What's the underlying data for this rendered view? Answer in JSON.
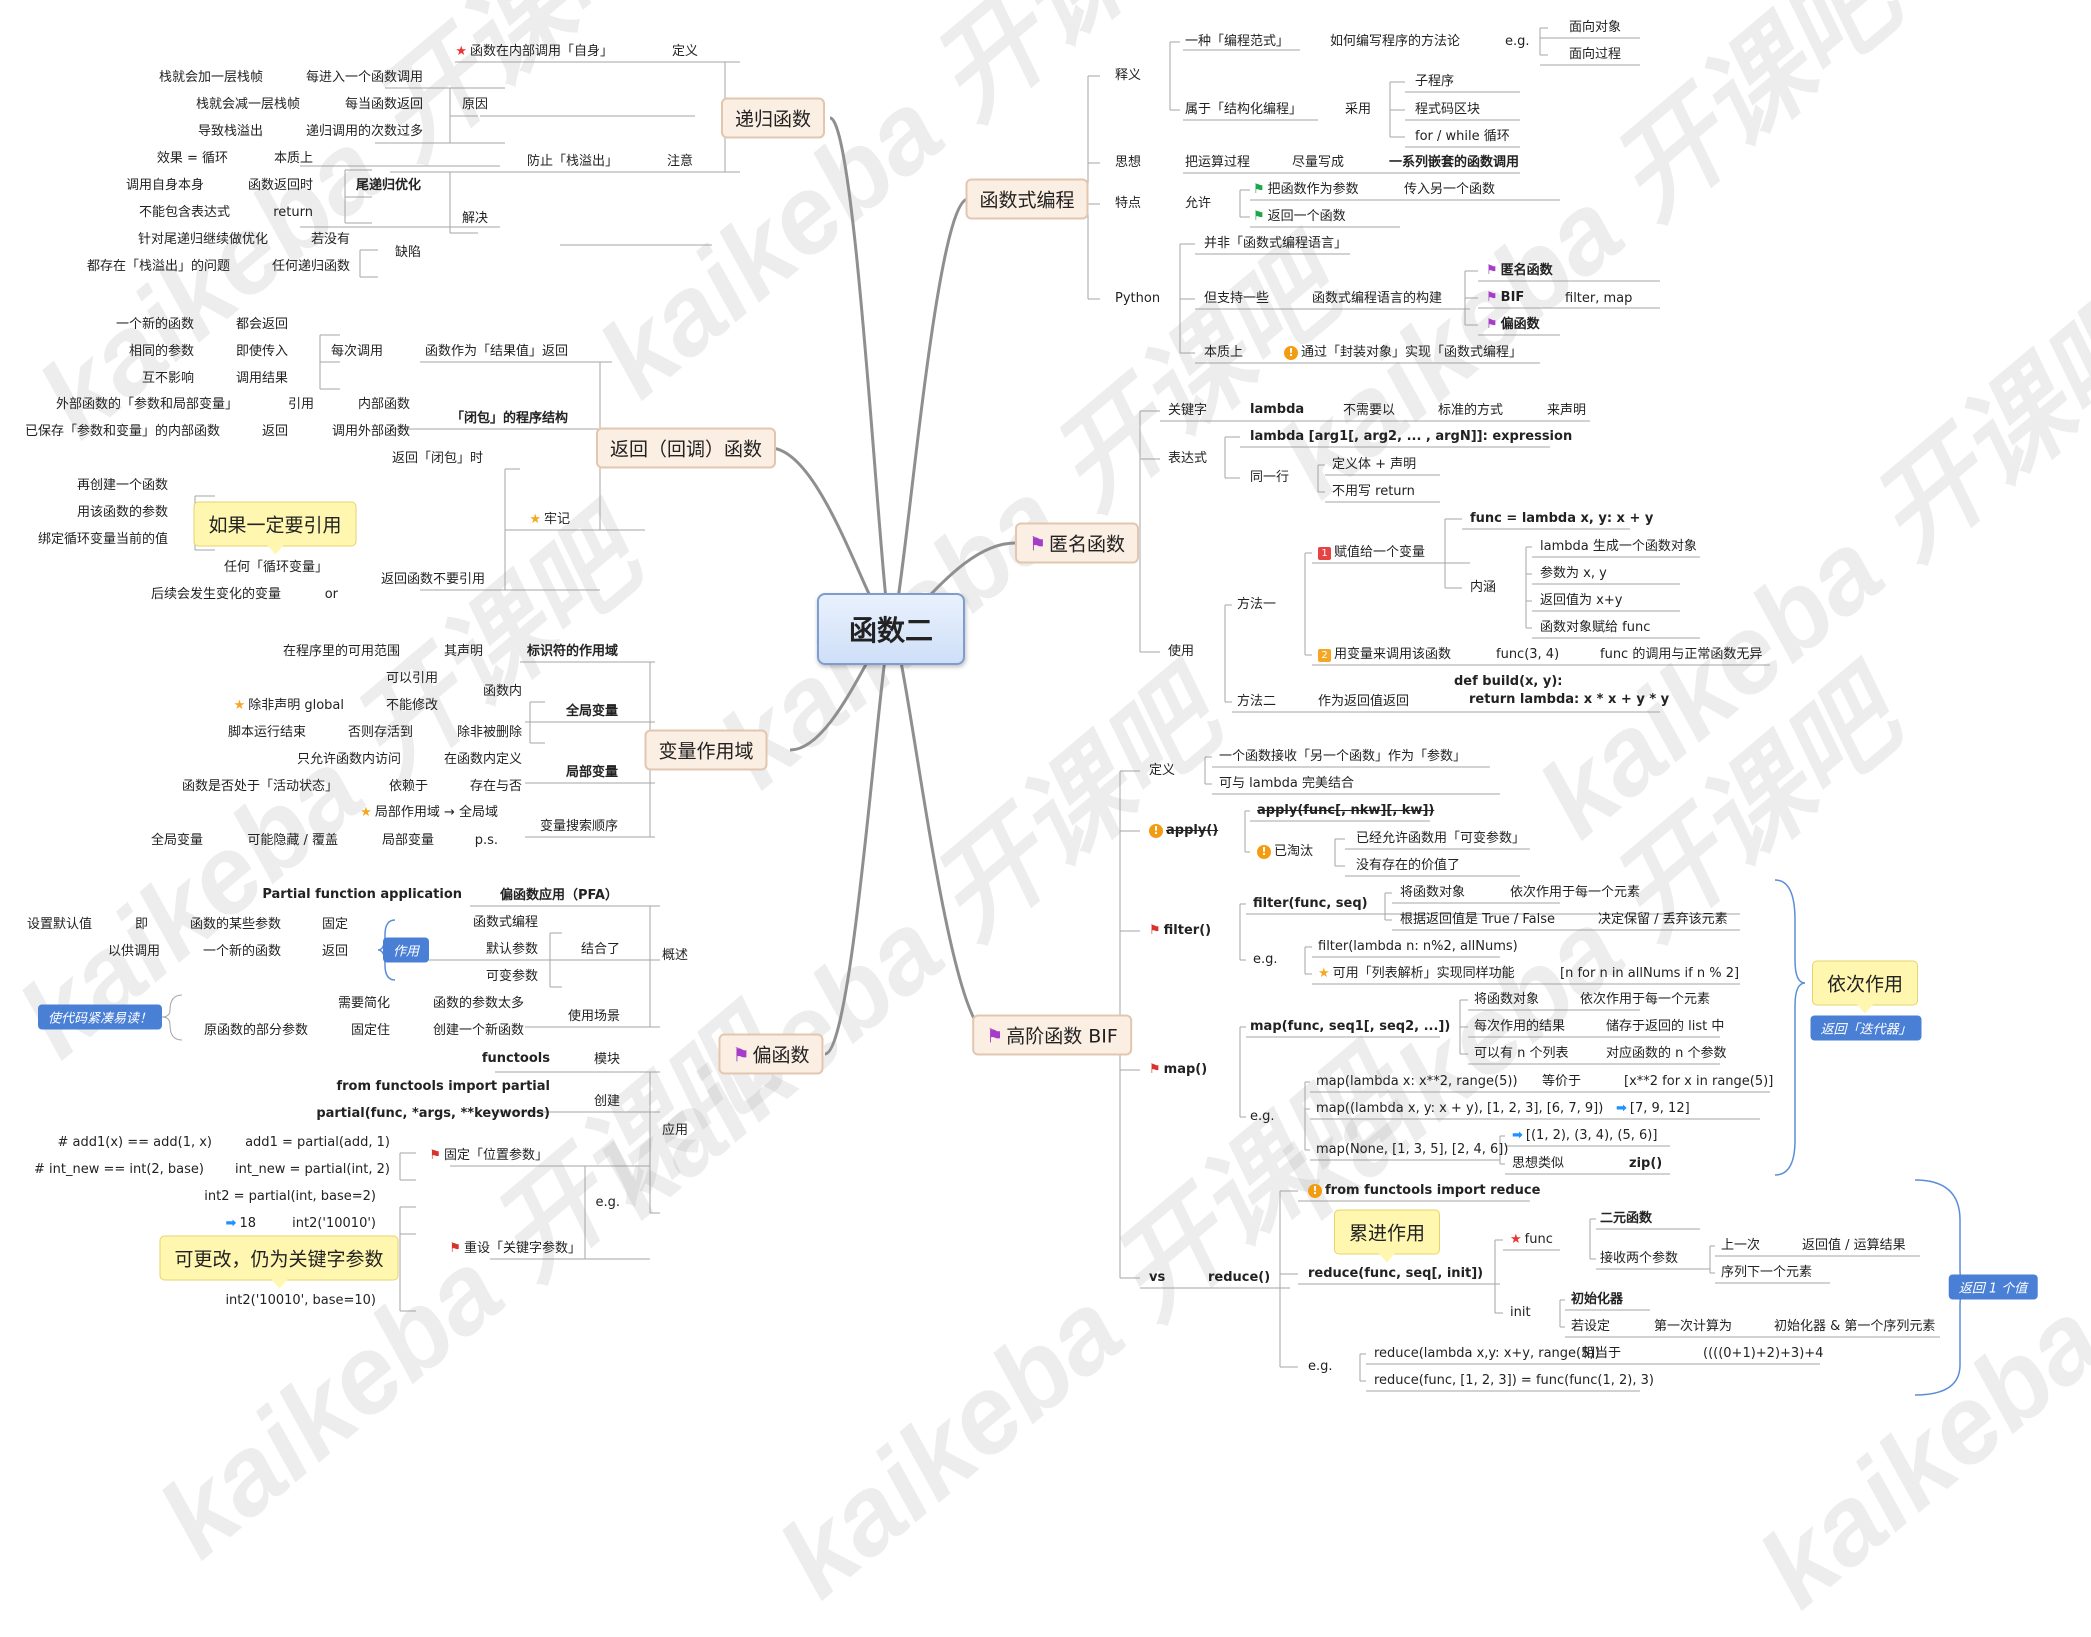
{
  "root": "函数二",
  "colors": {
    "branch_bg": "#fbeee3",
    "root_bg": "#d6e4fa",
    "callout_bg": "#fff7b0",
    "tag_bg": "#4a7fd6",
    "line": "#999999"
  },
  "watermark": "kaikeba 开课吧",
  "branches": {
    "recursion": "递归函数",
    "closure": "返回（回调）函数",
    "scope": "变量作用域",
    "partial": "偏函数",
    "functional": "函数式编程",
    "lambda": "匿名函数",
    "hof": "高阶函数 BIF"
  },
  "recursion": {
    "def": "定义",
    "def_v": "函数在内部调用「自身」",
    "yuanyin": "原因",
    "r1a": "栈就会加一层栈帧",
    "r1b": "每进入一个函数调用",
    "r2a": "栈就会减一层栈帧",
    "r2b": "每当函数返回",
    "r3a": "导致栈溢出",
    "r3b": "递归调用的次数过多",
    "note": "注意",
    "fang": "防止「栈溢出」",
    "jiejue": "解决",
    "tail": "尾递归优化",
    "t1a": "效果 = 循环",
    "t1b": "本质上",
    "t2a": "调用自身本身",
    "t2b": "函数返回时",
    "t3a": "不能包含表达式",
    "t3b": "return",
    "que": "缺陷",
    "q1a": "针对尾递归继续做优化",
    "q1b": "若没有",
    "q2a": "都存在「栈溢出」的问题",
    "q2b": "任何递归函数"
  },
  "closure": {
    "ret": "函数作为「结果值」返回",
    "each": "每次调用",
    "e1a": "一个新的函数",
    "e1b": "都会返回",
    "e2a": "相同的参数",
    "e2b": "即使传入",
    "e3a": "互不影响",
    "e3b": "调用结果",
    "bibao": "「闭包」的程序结构",
    "c1a": "外部函数的「参数和局部变量」",
    "c1b": "引用",
    "c1c": "内部函数",
    "c2a": "已保存「参数和变量」的内部函数",
    "c2b": "返回",
    "c2c": "调用外部函数",
    "laoji": "牢记",
    "lj1": "返回「闭包」时",
    "m1": "再创建一个函数",
    "m2": "用该函数的参数",
    "m3": "绑定循环变量当前的值",
    "callout": "如果一定要引用",
    "no": "返回函数不要引用",
    "no1": "任何「循环变量」",
    "no2": "后续会发生变化的变量",
    "no3": "or"
  },
  "scope": {
    "id": "标识符的作用域",
    "id1a": "在程序里的可用范围",
    "id1b": "其声明",
    "global": "全局变量",
    "neibu": "函数内",
    "g1": "可以引用",
    "g2a": "除非声明 global",
    "g2b": "不能修改",
    "g3a": "脚本运行结束",
    "g3b": "否则存活到",
    "g3c": "除非被删除",
    "local": "局部变量",
    "l1a": "只允许函数内访问",
    "l1b": "在函数内定义",
    "l2a": "函数是否处于「活动状态」",
    "l2b": "依赖于",
    "l2c": "存在与否",
    "order": "变量搜索顺序",
    "o1": "局部作用域 → 全局域",
    "o2a": "全局变量",
    "o2b": "可能隐藏 / 覆盖",
    "o2c": "局部变量",
    "o2d": "p.s."
  },
  "partial": {
    "overview": "概述",
    "pfa": "偏函数应用（PFA）",
    "pfa_en": "Partial function application",
    "set": "设置默认值",
    "ji": "即",
    "someargs": "函数的某些参数",
    "fix": "固定",
    "forcall": "以供调用",
    "newfn": "一个新的函数",
    "ret": "返回",
    "zuoyong": "作用",
    "combine": "结合了",
    "k1": "函数式编程",
    "k2": "默认参数",
    "k3": "可变参数",
    "scene": "使用场景",
    "sc1a": "需要简化",
    "sc1b": "函数的参数太多",
    "sc2a": "原函数的部分参数",
    "sc2b": "固定住",
    "sc2c": "创建一个新函数",
    "tag": "使代码紧凑易读！",
    "app": "应用",
    "ft": "functools",
    "mod": "模块",
    "imp": "from functools import partial",
    "create": "创建",
    "sig": "partial(func, *args, **keywords)",
    "eg": "e.g.",
    "pos": "固定「位置参数」",
    "p1a": "# add1(x) == add(1, x)",
    "p1b": "add1 = partial(add, 1)",
    "p2a": "# int_new == int(2, base)",
    "p2b": "int_new = partial(int, 2)",
    "kw": "重设「关键字参数」",
    "k_1": "int2 = partial(int, base=2)",
    "k_2a": "18",
    "k_2b": "int2('10010')",
    "k_3": "int2('10010', base=10)",
    "callout": "可更改，仍为关键字参数"
  },
  "functional": {
    "shiyi": "释义",
    "f1": "一种「编程范式」",
    "f1b": "如何编写程序的方法论",
    "eg": "e.g.",
    "oo": "面向对象",
    "pp": "面向过程",
    "f2": "属于「结构化编程」",
    "f2b": "采用",
    "s1": "子程序",
    "s2": "程式码区块",
    "s3": "for / while 循环",
    "sixiang": "思想",
    "sx1": "把运算过程",
    "sx2": "尽量写成",
    "sx3": "一系列嵌套的函数调用",
    "tedian": "特点",
    "yunxu": "允许",
    "td1": "把函数作为参数",
    "td1b": "传入另一个函数",
    "td2": "返回一个函数",
    "python": "Python",
    "py1": "并非「函数式编程语言」",
    "py2": "但支持一些",
    "py2b": "函数式编程语言的构建",
    "b1": "匿名函数",
    "b2": "BIF",
    "b2b": "filter, map",
    "b3": "偏函数",
    "bz": "本质上",
    "bz1": "通过「封装对象」实现「函数式编程」"
  },
  "lambda": {
    "kw": "关键字",
    "kw1": "lambda",
    "kw2": "不需要以",
    "kw3": "标准的方式",
    "kw4": "来声明",
    "expr": "表达式",
    "sig": "lambda [arg1[, arg2, ... , argN]]: expression",
    "same": "同一行",
    "sm1": "定义体 + 声明",
    "sm2": "不用写 return",
    "use": "使用",
    "m1": "方法一",
    "assign": "赋值给一个变量",
    "code1": "func = lambda x, y: x + y",
    "gen": "lambda 生成一个函数对象",
    "inner": "内涵",
    "in1": "参数为 x, y",
    "in2": "返回值为 x+y",
    "in3": "函数对象赋给 func",
    "call": "用变量来调用该函数",
    "call2": "func(3, 4)",
    "call3": "func 的调用与正常函数无异",
    "m2": "方法二",
    "m2a": "作为返回值返回",
    "code2a": "def build(x, y):",
    "code2b": "return lambda: x * x + y * y"
  },
  "hof": {
    "def": "定义",
    "d1": "一个函数接收「另一个函数」作为「参数」",
    "d2": "可与 lambda 完美结合",
    "apply": "apply()",
    "apply_sig": "apply(func[, nkw][, kw])",
    "dep": "已淘汰",
    "dep1": "已经允许函数用「可变参数」",
    "dep2": "没有存在的价值了",
    "filter": "filter()",
    "fsig": "filter(func, seq)",
    "f1a": "将函数对象",
    "f1b": "依次作用于每一个元素",
    "f2a": "根据返回值是 True / False",
    "f2b": "决定保留 / 丢弃该元素",
    "eg": "e.g.",
    "fe1": "filter(lambda n: n%2, allNums)",
    "fe2": "可用「列表解析」实现同样功能",
    "fe2b": "[n for n in allNums if n % 2]",
    "map": "map()",
    "msig": "map(func, seq1[, seq2, ...])",
    "m1a": "将函数对象",
    "m1b": "依次作用于每一个元素",
    "m2a": "每次作用的结果",
    "m2b": "储存于返回的 list 中",
    "m3a": "可以有 n 个列表",
    "m3b": "对应函数的 n 个参数",
    "me1": "map(lambda x: x**2, range(5))",
    "me1b": "等价于",
    "me1c": "[x**2 for x in range(5)]",
    "me2": "map((lambda x, y: x + y), [1, 2, 3], [6, 7, 9])",
    "me2b": "[7, 9, 12]",
    "me3": "map(None, [1, 3, 5], [2, 4, 6])",
    "me3b": "[(1, 2), (3, 4), (5, 6)]",
    "me3c": "思想类似",
    "me3d": "zip()",
    "callout1": "依次作用",
    "tag1": "返回「迭代器」",
    "vs": "vs",
    "reduce": "reduce()",
    "rimp": "from functools import reduce",
    "rsig": "reduce(func, seq[, init])",
    "callout2": "累进作用",
    "func": "func",
    "bin": "二元函数",
    "two": "接收两个参数",
    "up": "上一次",
    "upb": "返回值 / 运算结果",
    "next": "序列下一个元素",
    "init": "init",
    "initz": "初始化器",
    "ifset": "若设定",
    "first": "第一次计算为",
    "firstb": "初始化器 & 第一个序列元素",
    "re1": "reduce(lambda x,y: x+y, range(5))",
    "re1b": "相当于",
    "re1c": "((((0+1)+2)+3)+4",
    "re2": "reduce(func, [1, 2, 3]) = func(func(1, 2), 3)",
    "tag2": "返回 1 个值"
  }
}
